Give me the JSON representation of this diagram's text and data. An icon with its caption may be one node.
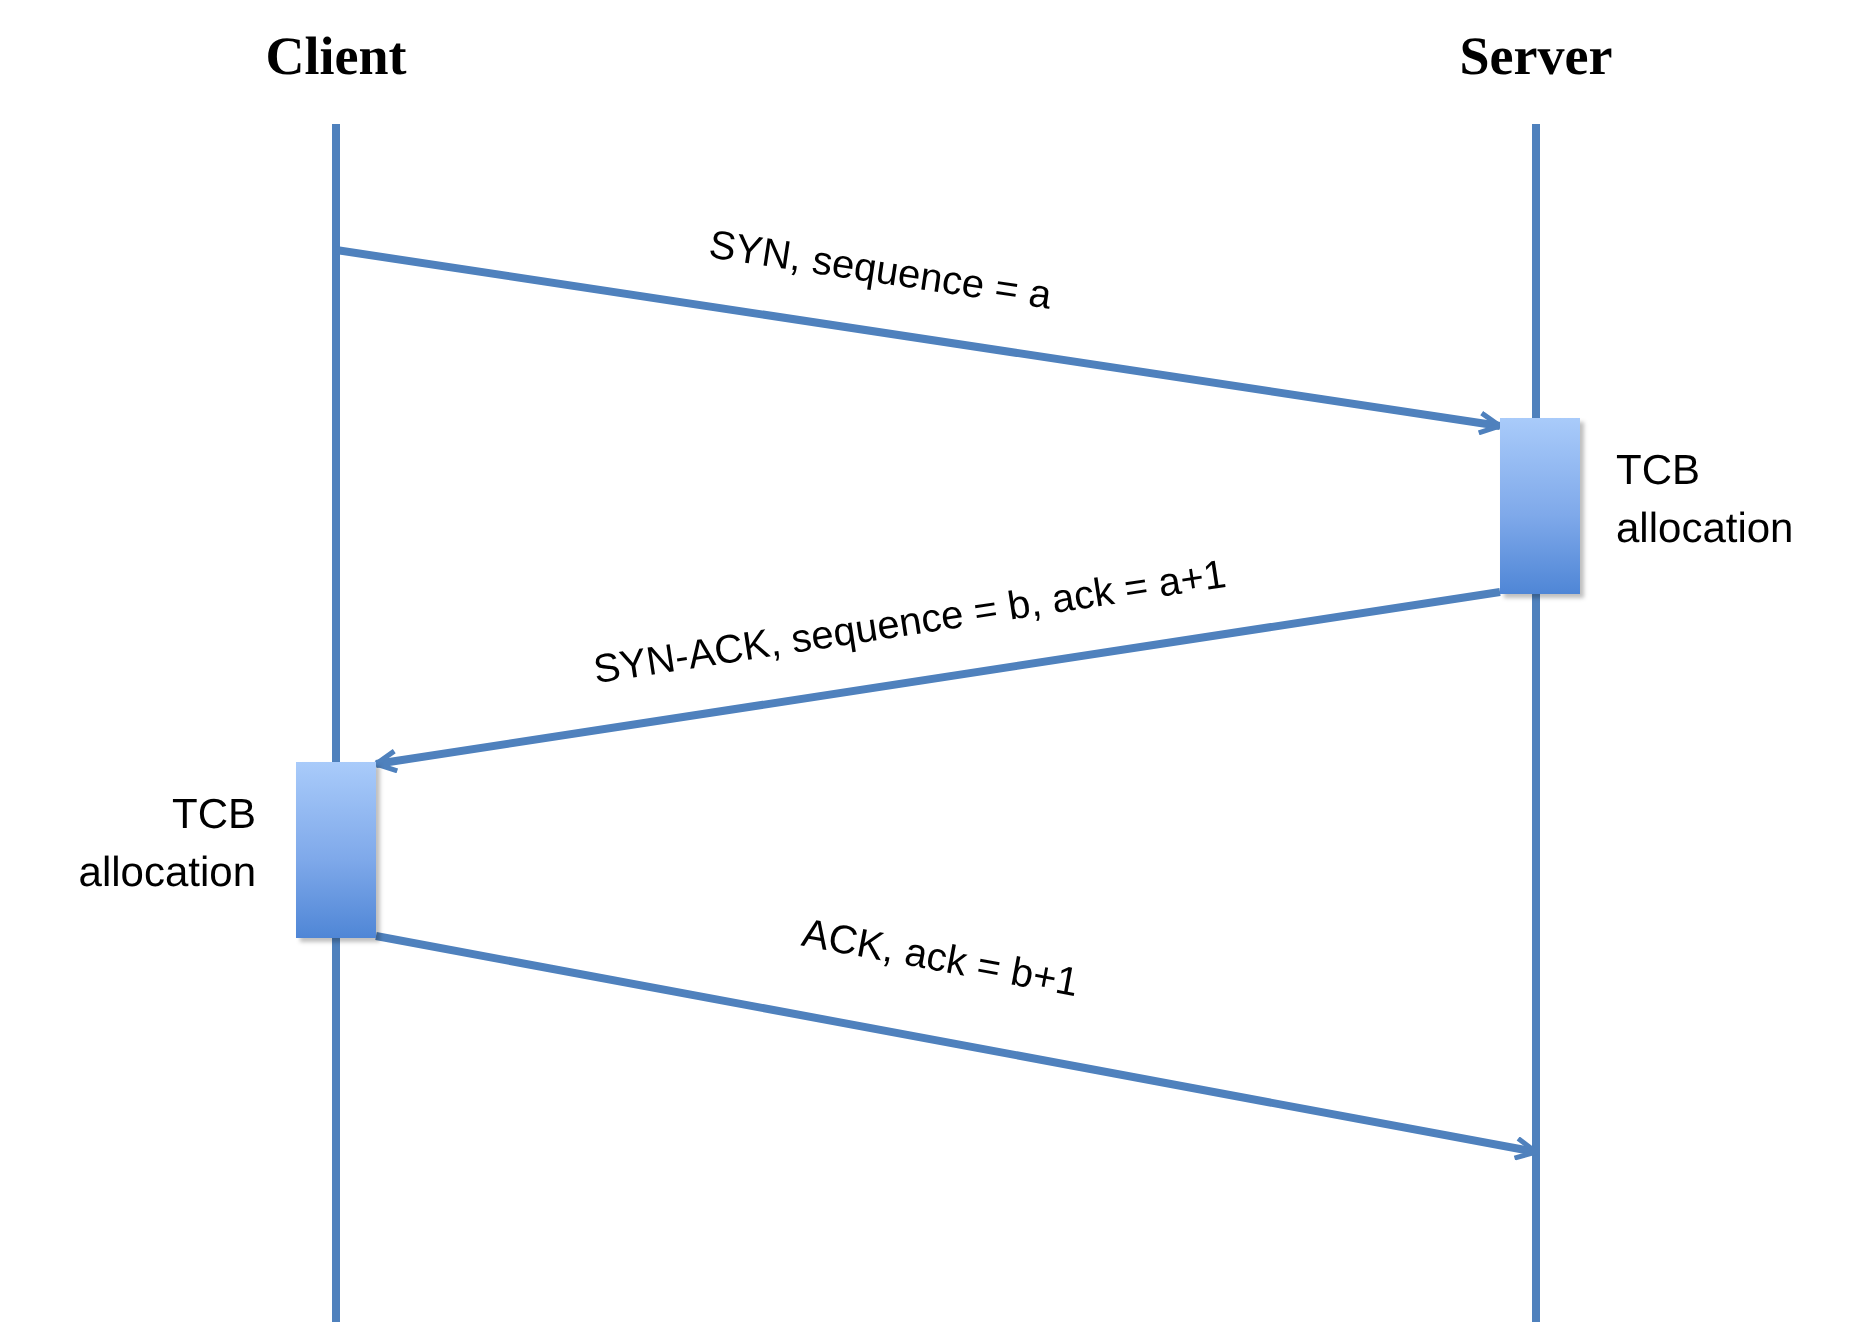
{
  "diagram": {
    "nodes": [
      {
        "text": [
          "Client"
        ]
      },
      {
        "text": [
          "Server"
        ]
      },
      {
        "text": [],
        "shape": "bar",
        "beside": [
          "TCB allocation"
        ]
      },
      {
        "text": [],
        "shape": "bar",
        "beside": [
          "TCB allocation"
        ]
      }
    ],
    "edges": [
      {
        "from": 0,
        "to": 2,
        "arrow": "to",
        "label": "SYN, sequence = a"
      },
      {
        "from": 2,
        "to": 3,
        "arrow": "to",
        "label": "SYN-ACK, sequence = b, ack = a+1"
      },
      {
        "from": 3,
        "to": 1,
        "arrow": "to",
        "label": "ACK, ack = b+1"
      }
    ]
  }
}
